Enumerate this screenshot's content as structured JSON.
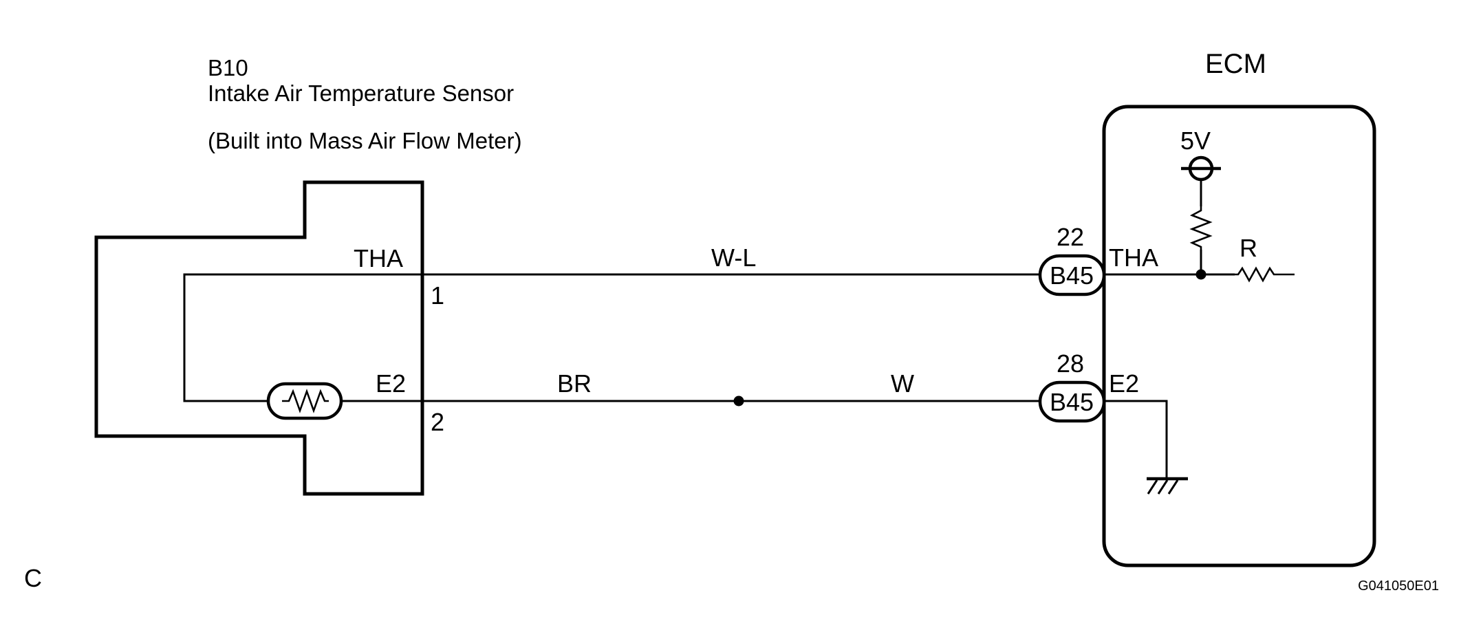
{
  "sensor": {
    "code": "B10",
    "name": "Intake Air Temperature Sensor",
    "note": "(Built into Mass Air Flow Meter)",
    "pin_tha_label": "THA",
    "pin_tha_number": "1",
    "pin_e2_label": "E2",
    "pin_e2_number": "2"
  },
  "wires": {
    "tha_color": "W-L",
    "e2_color_left": "BR",
    "e2_color_right": "W"
  },
  "ecm": {
    "title": "ECM",
    "supply_voltage": "5V",
    "resistor_label": "R",
    "tha_connector": "B45",
    "tha_pin": "22",
    "tha_label": "THA",
    "e2_connector": "B45",
    "e2_pin": "28",
    "e2_label": "E2"
  },
  "footer": {
    "left_letter": "C",
    "figure_code": "G041050E01"
  }
}
